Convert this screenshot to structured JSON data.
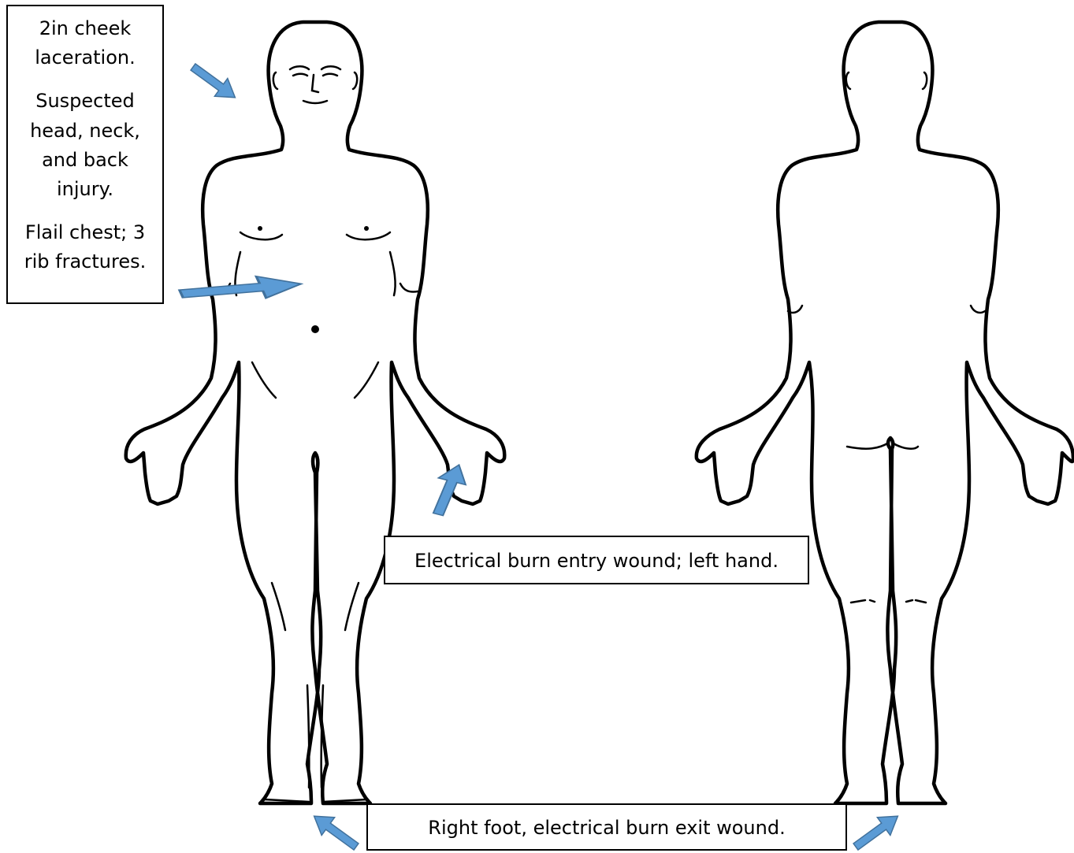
{
  "annotations": {
    "head_chest": {
      "lines": [
        "2in cheek laceration.",
        "Suspected head, neck, and back injury.",
        "Flail chest; 3 rib fractures."
      ]
    },
    "hand": {
      "text": "Electrical burn entry wound; left hand."
    },
    "foot": {
      "text": "Right foot, electrical burn exit wound."
    }
  },
  "colors": {
    "arrow_fill": "#5b9bd5",
    "arrow_stroke": "#41719c",
    "outline": "#000000",
    "note_border": "#000000"
  }
}
